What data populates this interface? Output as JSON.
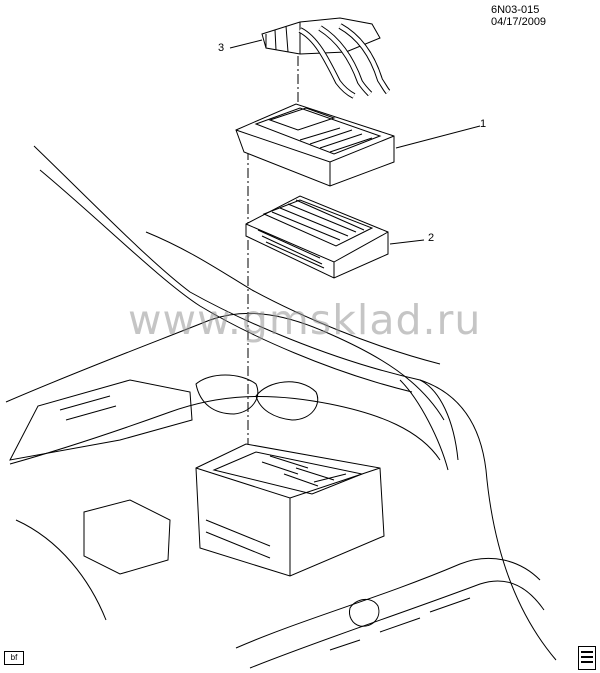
{
  "header": {
    "diagram_code": "6N03-015",
    "date": "04/17/2009"
  },
  "callouts": {
    "c1": "1",
    "c2": "2",
    "c3": "3"
  },
  "watermark": {
    "text": "www.gmsklad.ru"
  },
  "footer": {
    "tag": "bf"
  },
  "colors": {
    "line": "#000000",
    "watermark": "#969696"
  }
}
